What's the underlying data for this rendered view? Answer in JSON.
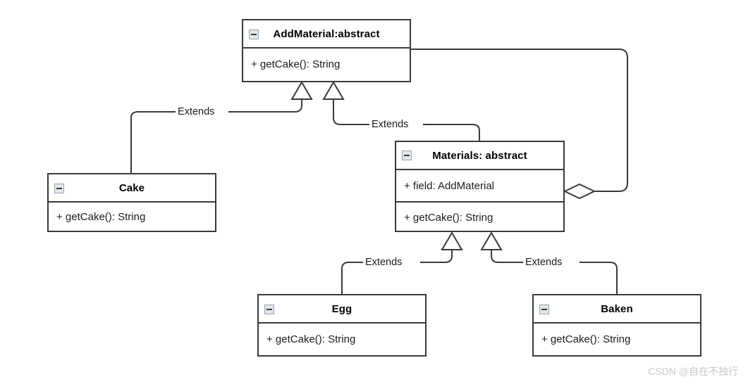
{
  "diagram": {
    "title": "AddMaterial UML class diagram",
    "type": "uml-class-diagram",
    "background_color": "#ffffff",
    "line_color": "#3a3a3a",
    "text_color": "#1b1b1b"
  },
  "classes": [
    {
      "id": "addmaterial",
      "name": "AddMaterial:abstract",
      "icon": "collapse-minus-icon",
      "members": [
        "+ getCake(): String"
      ]
    },
    {
      "id": "materials",
      "name": "Materials: abstract",
      "icon": "collapse-minus-icon",
      "members": [
        "+ field: AddMaterial",
        "+ getCake(): String"
      ]
    },
    {
      "id": "cake",
      "name": "Cake",
      "icon": "collapse-minus-icon",
      "members": [
        "+ getCake(): String"
      ]
    },
    {
      "id": "egg",
      "name": "Egg",
      "icon": "collapse-minus-icon",
      "members": [
        "+ getCake(): String"
      ]
    },
    {
      "id": "baken",
      "name": "Baken",
      "icon": "collapse-minus-icon",
      "members": [
        "+ getCake(): String"
      ]
    }
  ],
  "relationships": [
    {
      "id": "cake-extends",
      "from": "Cake",
      "to": "AddMaterial:abstract",
      "kind": "generalization",
      "label": "Extends"
    },
    {
      "id": "materials-extends",
      "from": "Materials: abstract",
      "to": "AddMaterial:abstract",
      "kind": "generalization",
      "label": "Extends"
    },
    {
      "id": "egg-extends",
      "from": "Egg",
      "to": "Materials: abstract",
      "kind": "generalization",
      "label": "Extends"
    },
    {
      "id": "baken-extends",
      "from": "Baken",
      "to": "Materials: abstract",
      "kind": "generalization",
      "label": "Extends"
    },
    {
      "id": "materials-aggregation",
      "from": "Materials: abstract",
      "to": "AddMaterial:abstract",
      "kind": "aggregation",
      "label": ""
    }
  ],
  "watermark": {
    "text": "CSDN @自在不独行"
  }
}
